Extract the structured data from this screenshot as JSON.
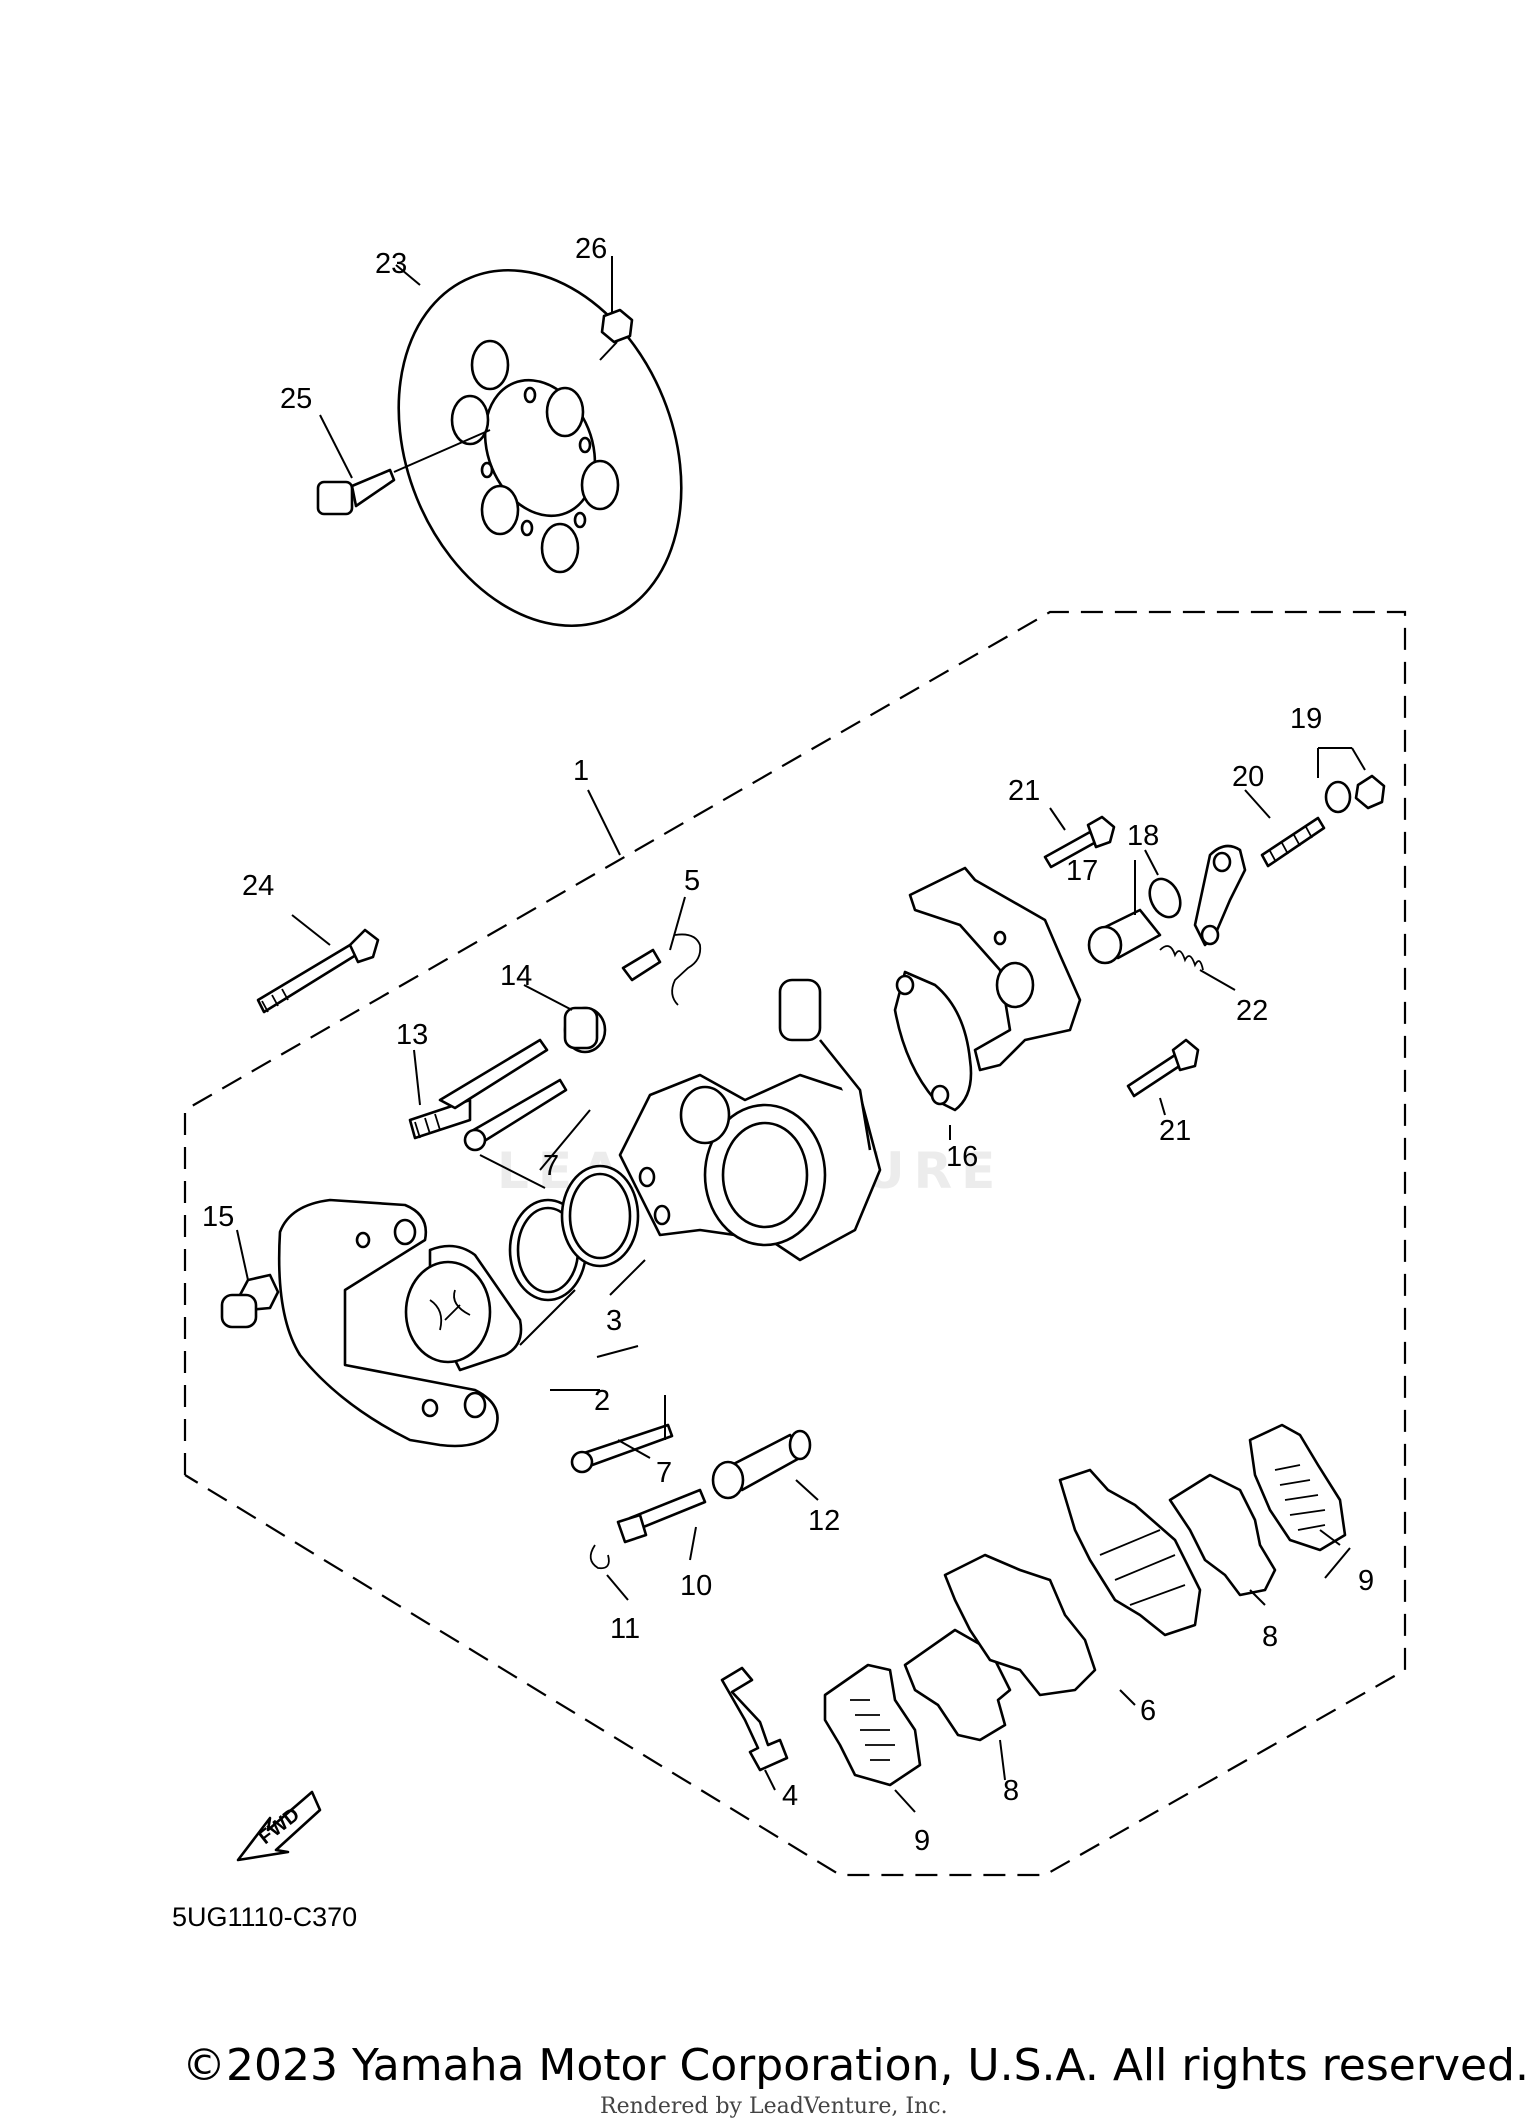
{
  "diagram": {
    "code": "5UG1110-C370",
    "fwd_label": "FWD",
    "copyright": "©2023 Yamaha Motor Corporation, U.S.A. All rights reserved.",
    "renderer": "Rendered by LeadVenture, Inc.",
    "watermark": "LEADVENTURE"
  },
  "callouts": {
    "c1": "1",
    "c2": "2",
    "c3": "3",
    "c4": "4",
    "c5": "5",
    "c6": "6",
    "c7a": "7",
    "c7b": "7",
    "c8a": "8",
    "c8b": "8",
    "c9a": "9",
    "c9b": "9",
    "c10": "10",
    "c11": "11",
    "c12": "12",
    "c13": "13",
    "c14": "14",
    "c15": "15",
    "c16": "16",
    "c17": "17",
    "c18": "18",
    "c19": "19",
    "c20": "20",
    "c21a": "21",
    "c21b": "21",
    "c22": "22",
    "c23": "23",
    "c24": "24",
    "c25": "25",
    "c26": "26"
  }
}
